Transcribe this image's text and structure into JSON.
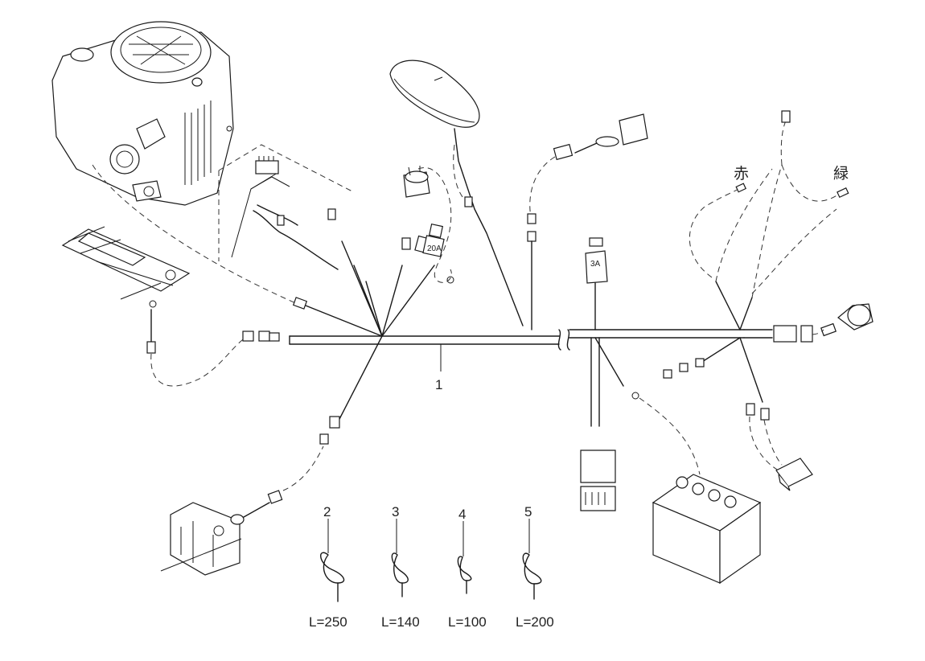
{
  "callouts": {
    "harness": "1",
    "tie_250": "2",
    "tie_140": "3",
    "tie_100": "4",
    "tie_200": "5"
  },
  "lengths": {
    "tie_250": "L=250",
    "tie_140": "L=140",
    "tie_100": "L=100",
    "tie_200": "L=200"
  },
  "wire_colors": {
    "red": "赤",
    "green": "緑"
  },
  "fuses": {
    "main": "20A",
    "aux": "3A"
  }
}
